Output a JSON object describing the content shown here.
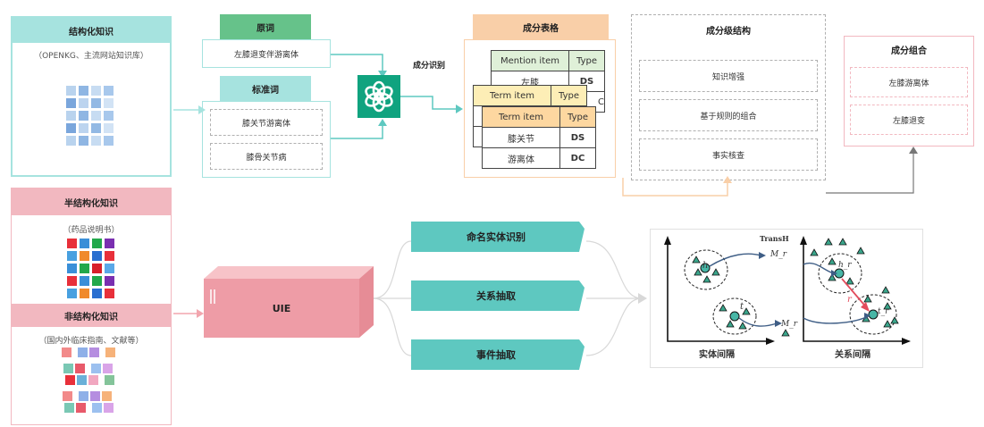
{
  "structured": {
    "title": "结构化知识",
    "subtitle": "（OPENKG、主流网站知识库）"
  },
  "raw_term": {
    "title": "原词",
    "value": "左膝退变伴游离体"
  },
  "std_term": {
    "title": "标准词",
    "items": [
      "膝关节游离体",
      "膝骨关节病"
    ]
  },
  "component_recognition": "成分识别",
  "component_table": {
    "title": "成分表格",
    "mention_header": [
      "Mention item",
      "Type"
    ],
    "mention_rows": [
      [
        "左膝",
        "DS"
      ],
      [
        "",
        "C"
      ]
    ],
    "term_header": [
      "Term item",
      "Type"
    ],
    "term_item_header": [
      "Term item",
      "Type"
    ],
    "term_rows": [
      [
        "膝关节",
        "DS"
      ],
      [
        "游离体",
        "DC"
      ]
    ]
  },
  "component_structure": {
    "title": "成分级结构",
    "items": [
      "知识增强",
      "基于规则的组合",
      "事实核查"
    ]
  },
  "component_combo": {
    "title": "成分组合",
    "items": [
      "左膝游离体",
      "左膝退变"
    ]
  },
  "semi_structured": {
    "title": "半结构化知识",
    "subtitle": "（药品说明书）"
  },
  "unstructured": {
    "title": "非结构化知识",
    "subtitle": "（国内外临床指南、文献等）"
  },
  "uie": "UIE",
  "tasks": [
    "命名实体识别",
    "关系抽取",
    "事件抽取"
  ],
  "transh": {
    "title": "TransH",
    "label_h": "h",
    "label_t": "t",
    "label_hr": "h_r",
    "label_tr": "t_r",
    "label_r": "r",
    "label_Mr": "M_r",
    "entity_space": "实体间隔",
    "relation_space": "关系间隔"
  },
  "colors": {
    "teal": "#5ec8c0",
    "teal_light": "#a6e3df",
    "green": "#66c28a",
    "pink": "#f2b8c0",
    "pink_border": "#e79aa6",
    "orange_light": "#f9cfa8",
    "uie_pink": "#f2a6ae",
    "red_arrow": "#e34c5c"
  },
  "icons": {
    "openai": "openai-logo-icon"
  }
}
